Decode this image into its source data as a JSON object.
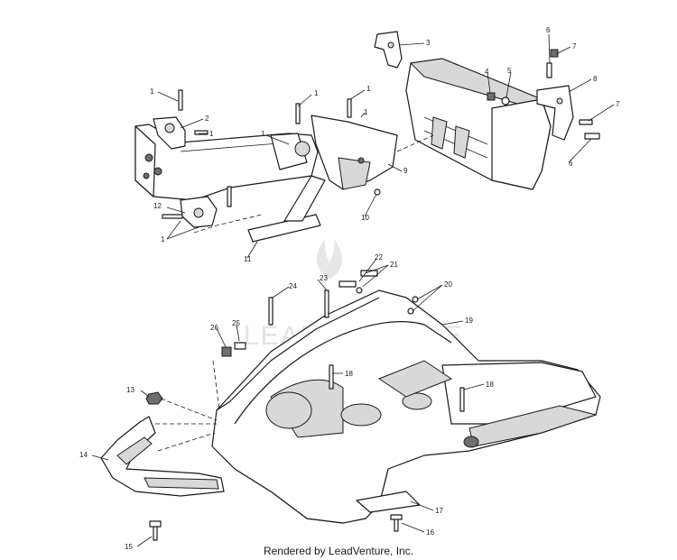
{
  "watermark": {
    "text": "LEADVENTURE"
  },
  "footer": {
    "text": "Rendered by LeadVenture, Inc."
  },
  "callouts": {
    "c1a": "1",
    "c1b": "1",
    "c1c": "1",
    "c1d": "1",
    "c1e": "1",
    "c1f": "1",
    "c1g": "1",
    "c2": "2",
    "c3": "3",
    "c4": "4",
    "c5": "5",
    "c6a": "6",
    "c6b": "6",
    "c7a": "7",
    "c7b": "7",
    "c8": "8",
    "c9": "9",
    "c10": "10",
    "c11": "11",
    "c12": "12",
    "c13": "13",
    "c14": "14",
    "c15": "15",
    "c16": "16",
    "c17": "17",
    "c18a": "18",
    "c18b": "18",
    "c19": "19",
    "c20": "20",
    "c21": "21",
    "c22": "22",
    "c23": "23",
    "c24": "24",
    "c25": "25",
    "c26": "26"
  }
}
